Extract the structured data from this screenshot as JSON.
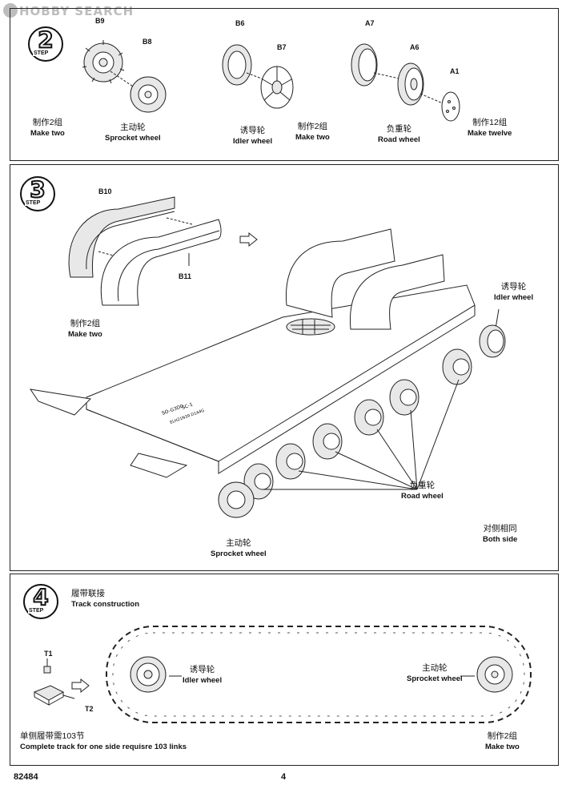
{
  "watermark": "HOBBY SEARCH",
  "step_word": "STEP",
  "step2": {
    "number": "2",
    "parts": {
      "b9": "B9",
      "b8": "B8",
      "b6": "B6",
      "b7": "B7",
      "a7": "A7",
      "a6": "A6",
      "a1": "A1"
    },
    "labels": {
      "make_two_1": {
        "cn": "制作2组",
        "en": "Make two"
      },
      "sprocket": {
        "cn": "主动轮",
        "en": "Sprocket wheel"
      },
      "idler": {
        "cn": "诱导轮",
        "en": "Idler wheel"
      },
      "make_two_2": {
        "cn": "制作2组",
        "en": "Make two"
      },
      "road": {
        "cn": "负重轮",
        "en": "Road wheel"
      },
      "make_twelve": {
        "cn": "制作12组",
        "en": "Make twelve"
      }
    }
  },
  "step3": {
    "number": "3",
    "parts": {
      "b10": "B10",
      "b11": "B11"
    },
    "labels": {
      "make_two": {
        "cn": "制作2组",
        "en": "Make two"
      },
      "idler": {
        "cn": "诱导轮",
        "en": "Idler wheel"
      },
      "road": {
        "cn": "负重轮",
        "en": "Road wheel"
      },
      "both": {
        "cn": "对侧相同",
        "en": "Both side"
      },
      "sprocket": {
        "cn": "主动轮",
        "en": "Sprocket wheel"
      }
    },
    "hull_marking_1": "SC-1",
    "hull_marking_2": "SO-G3D0",
    "hull_marking_3": "ELH21N39 D1A4G"
  },
  "step4": {
    "number": "4",
    "title": {
      "cn": "履带联接",
      "en": "Track construction"
    },
    "parts": {
      "t1": "T1",
      "t2": "T2"
    },
    "labels": {
      "idler": {
        "cn": "诱导轮",
        "en": "Idler wheel"
      },
      "sprocket": {
        "cn": "主动轮",
        "en": "Sprocket wheel"
      },
      "links": {
        "cn": "单侧履带需103节",
        "en": "Complete track for one side requisre 103 links"
      },
      "make_two": {
        "cn": "制作2组",
        "en": "Make two"
      }
    }
  },
  "footer": {
    "code": "82484",
    "page": "4"
  }
}
